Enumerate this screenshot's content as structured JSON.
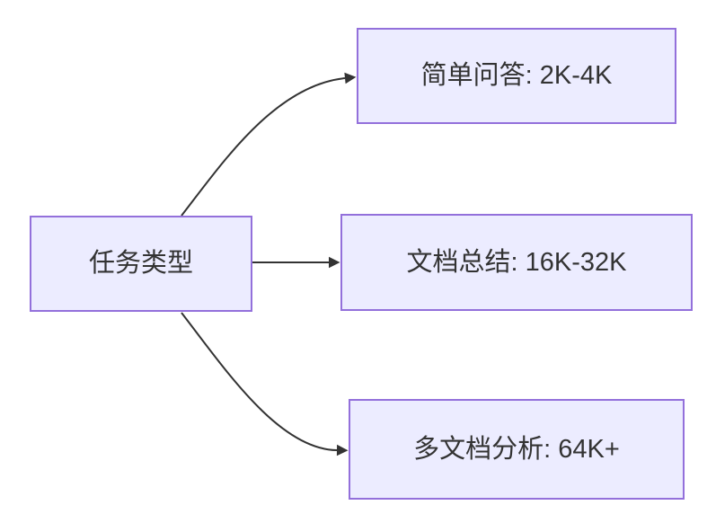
{
  "diagram": {
    "type": "flowchart-lr",
    "root": {
      "id": "task-type",
      "label": "任务类型"
    },
    "branches": [
      {
        "id": "simple-qa",
        "label": "简单问答: 2K-4K"
      },
      {
        "id": "doc-summary",
        "label": "文档总结: 16K-32K"
      },
      {
        "id": "multi-doc-analysis",
        "label": "多文档分析: 64K+"
      }
    ],
    "edges": [
      {
        "from": "task-type",
        "to": "simple-qa"
      },
      {
        "from": "task-type",
        "to": "doc-summary"
      },
      {
        "from": "task-type",
        "to": "multi-doc-analysis"
      }
    ],
    "colors": {
      "node_fill": "#ECECFF",
      "node_border": "#9370DB",
      "edge": "#333333",
      "text": "#333333",
      "background": "#FFFFFF"
    }
  }
}
